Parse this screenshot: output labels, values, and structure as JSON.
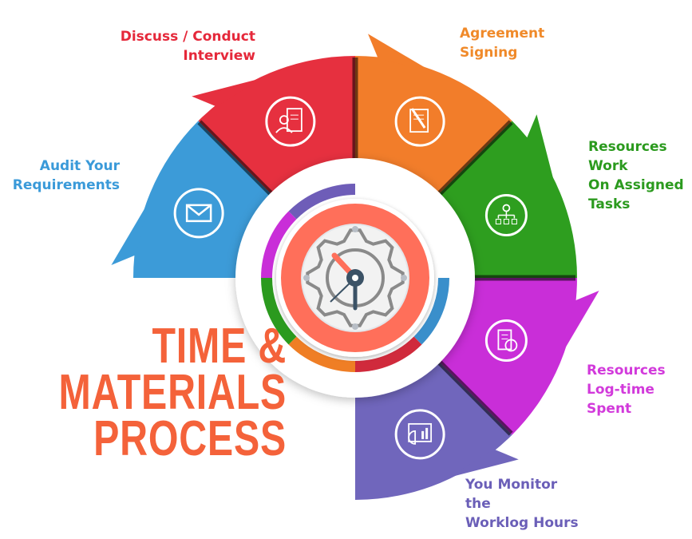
{
  "title": {
    "lines": [
      "TIME &",
      "MATERIALS",
      "PROCESS"
    ],
    "color": "#F4623A"
  },
  "steps": [
    {
      "id": "audit",
      "lines": [
        "Audit Your",
        "Requirements"
      ],
      "color": "#3A9AD9",
      "icon": "envelope-icon"
    },
    {
      "id": "discuss",
      "lines": [
        "Discuss / Conduct",
        "Interview"
      ],
      "color": "#E5283A",
      "icon": "interview-document-icon"
    },
    {
      "id": "agreement",
      "lines": [
        "Agreement",
        "Signing"
      ],
      "color": "#F08A2A",
      "icon": "contract-signing-icon"
    },
    {
      "id": "resources-work",
      "lines": [
        "Resources",
        "Work",
        "On Assigned",
        "Tasks"
      ],
      "color": "#2B9A1E",
      "icon": "task-hierarchy-icon"
    },
    {
      "id": "log-time",
      "lines": [
        "Resources",
        "Log-time",
        "Spent"
      ],
      "color": "#D23ADB",
      "icon": "timesheet-clock-icon"
    },
    {
      "id": "monitor",
      "lines": [
        "You Monitor",
        "the",
        "Worklog Hours"
      ],
      "color": "#6B5FB8",
      "icon": "dashboard-chart-icon"
    }
  ],
  "center": {
    "icon": "gear-clock-icon",
    "ring_color": "#FF6F5A"
  }
}
